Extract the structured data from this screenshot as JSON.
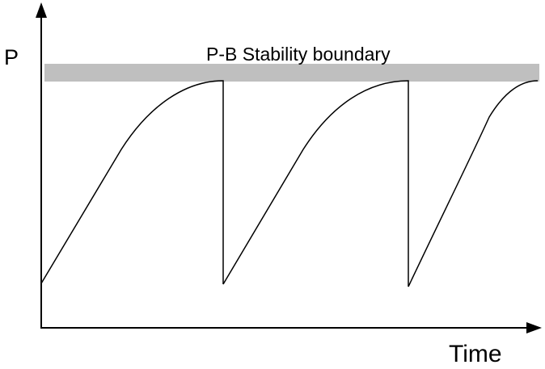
{
  "diagram": {
    "y_axis_label": "P",
    "x_axis_label": "Time",
    "boundary_label": "P-B Stability boundary"
  },
  "colors": {
    "boundary_band": "#bfbfbf",
    "curve": "#000000",
    "axes": "#000000"
  }
}
